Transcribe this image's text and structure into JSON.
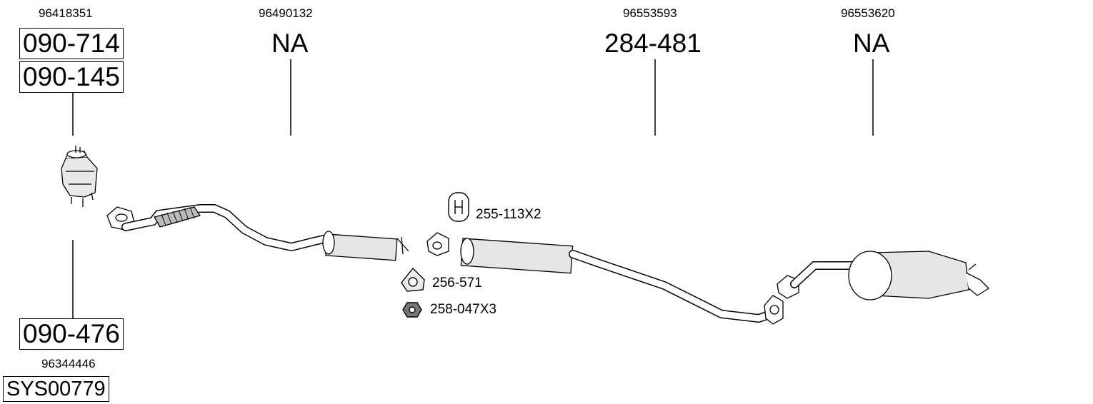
{
  "columns": [
    {
      "oe_number": "96418351",
      "part_numbers": [
        "090-714",
        "090-145"
      ],
      "below": {
        "part_number": "090-476",
        "oe_number": "96344446"
      }
    },
    {
      "oe_number": "96490132",
      "part_number": "NA"
    },
    {
      "oe_number": "96553593",
      "part_number": "284-481"
    },
    {
      "oe_number": "96553620",
      "part_number": "NA"
    }
  ],
  "accessories": [
    {
      "part_number": "255-113X2",
      "icon": "rubber-hanger-icon"
    },
    {
      "part_number": "256-571",
      "icon": "gasket-icon"
    },
    {
      "part_number": "258-047X3",
      "icon": "nut-icon"
    }
  ],
  "system_number": "SYS00779",
  "colors": {
    "line": "#000000",
    "fill": "#ffffff",
    "shade": "#d0d0d0"
  }
}
